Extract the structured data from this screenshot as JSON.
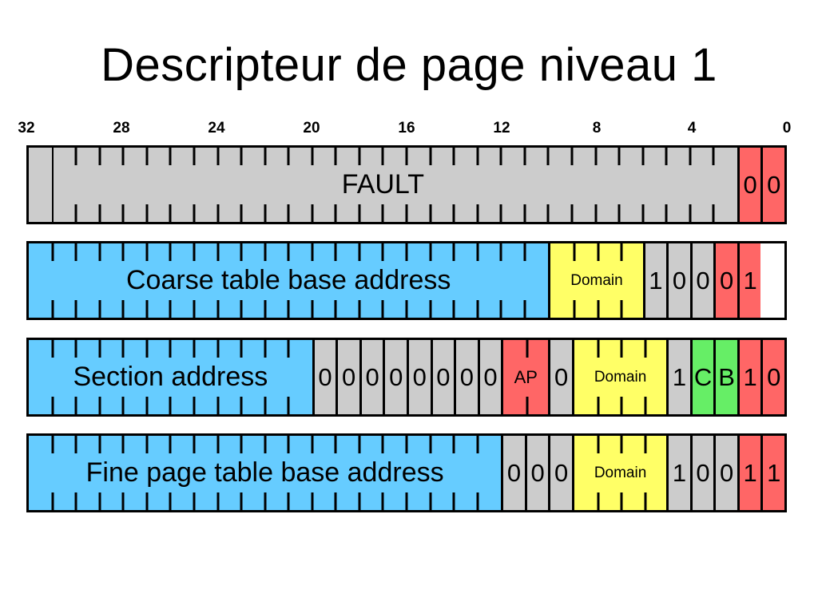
{
  "title": "Descripteur de page niveau 1",
  "colors": {
    "gray": "#cccccc",
    "blue": "#66ccff",
    "yellow": "#ffff66",
    "red": "#ff6666",
    "green": "#66ee66",
    "outline": "#000000",
    "background": "#ffffff"
  },
  "scale": {
    "msb": 32,
    "lsb": 0,
    "total_bits": 32,
    "tick_labels": [
      "32",
      "28",
      "24",
      "20",
      "16",
      "12",
      "8",
      "4",
      "0"
    ],
    "tick_bits": [
      32,
      28,
      24,
      20,
      16,
      12,
      8,
      4,
      0
    ]
  },
  "rows": [
    {
      "name": "fault",
      "fields": [
        {
          "label": "FAULT",
          "bits": 30,
          "color": "gray",
          "size": "lbl-big",
          "ticks": "bits",
          "first_divider_full": true
        },
        {
          "label": "0",
          "bits": 1,
          "color": "red",
          "size": "lbl-bit",
          "ticks": "none"
        },
        {
          "label": "0",
          "bits": 1,
          "color": "red",
          "size": "lbl-bit",
          "ticks": "none"
        }
      ]
    },
    {
      "name": "coarse",
      "fields": [
        {
          "label": "Coarse table base address",
          "bits": 22,
          "color": "blue",
          "size": "lbl-big",
          "ticks": "bits"
        },
        {
          "label": "Domain",
          "bits": 4,
          "color": "yellow",
          "size": "lbl-small",
          "ticks": "bits"
        },
        {
          "label": "1",
          "bits": 1,
          "color": "gray",
          "size": "lbl-bit",
          "ticks": "none"
        },
        {
          "label": "0",
          "bits": 1,
          "color": "gray",
          "size": "lbl-bit",
          "ticks": "none"
        },
        {
          "label": "0",
          "bits": 1,
          "color": "gray",
          "size": "lbl-bit",
          "ticks": "none"
        },
        {
          "label": "0",
          "bits": 1,
          "color": "red",
          "size": "lbl-bit",
          "ticks": "none"
        },
        {
          "label": "1",
          "bits": 1,
          "color": "red",
          "size": "lbl-bit",
          "ticks": "none"
        }
      ]
    },
    {
      "name": "section",
      "fields": [
        {
          "label": "Section address",
          "bits": 12,
          "color": "blue",
          "size": "lbl-big",
          "ticks": "bits"
        },
        {
          "label": "0",
          "bits": 1,
          "color": "gray",
          "size": "lbl-bit",
          "ticks": "none"
        },
        {
          "label": "0",
          "bits": 1,
          "color": "gray",
          "size": "lbl-bit",
          "ticks": "none"
        },
        {
          "label": "0",
          "bits": 1,
          "color": "gray",
          "size": "lbl-bit",
          "ticks": "none"
        },
        {
          "label": "0",
          "bits": 1,
          "color": "gray",
          "size": "lbl-bit",
          "ticks": "none"
        },
        {
          "label": "0",
          "bits": 1,
          "color": "gray",
          "size": "lbl-bit",
          "ticks": "none"
        },
        {
          "label": "0",
          "bits": 1,
          "color": "gray",
          "size": "lbl-bit",
          "ticks": "none"
        },
        {
          "label": "0",
          "bits": 1,
          "color": "gray",
          "size": "lbl-bit",
          "ticks": "none"
        },
        {
          "label": "0",
          "bits": 1,
          "color": "gray",
          "size": "lbl-bit",
          "ticks": "none"
        },
        {
          "label": "AP",
          "bits": 2,
          "color": "red",
          "size": "lbl-mid",
          "ticks": "bits"
        },
        {
          "label": "0",
          "bits": 1,
          "color": "gray",
          "size": "lbl-bit",
          "ticks": "none"
        },
        {
          "label": "Domain",
          "bits": 4,
          "color": "yellow",
          "size": "lbl-small",
          "ticks": "bits"
        },
        {
          "label": "1",
          "bits": 1,
          "color": "gray",
          "size": "lbl-bit",
          "ticks": "none"
        },
        {
          "label": "C",
          "bits": 1,
          "color": "green",
          "size": "lbl-bit",
          "ticks": "none"
        },
        {
          "label": "B",
          "bits": 1,
          "color": "green",
          "size": "lbl-bit",
          "ticks": "none"
        },
        {
          "label": "1",
          "bits": 1,
          "color": "red",
          "size": "lbl-bit",
          "ticks": "none"
        },
        {
          "label": "0",
          "bits": 1,
          "color": "red",
          "size": "lbl-bit",
          "ticks": "none"
        }
      ]
    },
    {
      "name": "fine",
      "fields": [
        {
          "label": "Fine page table base address",
          "bits": 20,
          "color": "blue",
          "size": "lbl-big",
          "ticks": "bits"
        },
        {
          "label": "0",
          "bits": 1,
          "color": "gray",
          "size": "lbl-bit",
          "ticks": "none"
        },
        {
          "label": "0",
          "bits": 1,
          "color": "gray",
          "size": "lbl-bit",
          "ticks": "none"
        },
        {
          "label": "0",
          "bits": 1,
          "color": "gray",
          "size": "lbl-bit",
          "ticks": "none"
        },
        {
          "label": "Domain",
          "bits": 4,
          "color": "yellow",
          "size": "lbl-small",
          "ticks": "bits"
        },
        {
          "label": "1",
          "bits": 1,
          "color": "gray",
          "size": "lbl-bit",
          "ticks": "none"
        },
        {
          "label": "0",
          "bits": 1,
          "color": "gray",
          "size": "lbl-bit",
          "ticks": "none"
        },
        {
          "label": "0",
          "bits": 1,
          "color": "gray",
          "size": "lbl-bit",
          "ticks": "none"
        },
        {
          "label": "1",
          "bits": 1,
          "color": "red",
          "size": "lbl-bit",
          "ticks": "none"
        },
        {
          "label": "1",
          "bits": 1,
          "color": "red",
          "size": "lbl-bit",
          "ticks": "none"
        }
      ]
    }
  ]
}
